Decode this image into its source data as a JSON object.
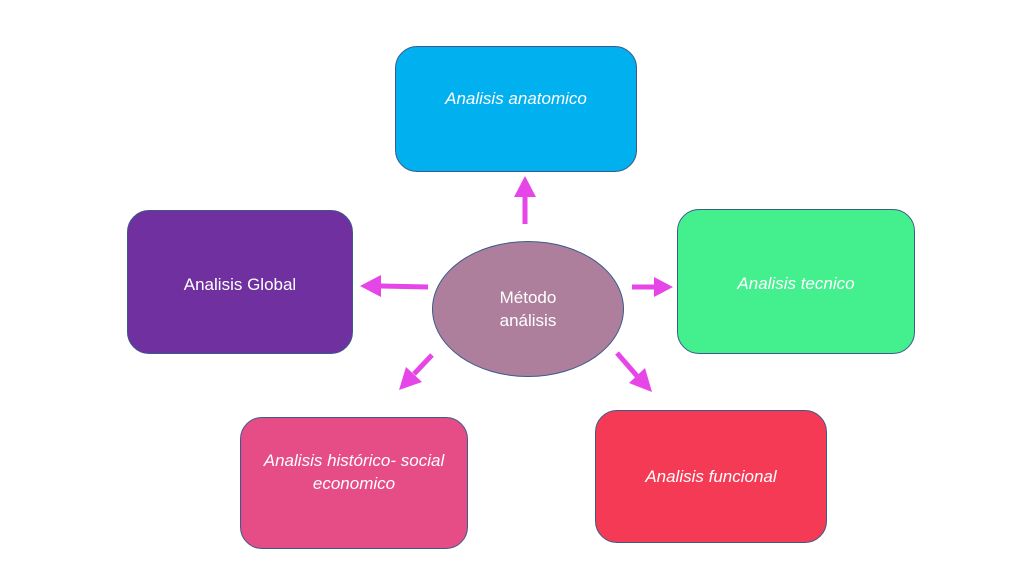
{
  "diagram": {
    "center": {
      "label": "Método análisis",
      "color": "#ae7f9c"
    },
    "nodes": [
      {
        "id": "anatomico",
        "label": "Analisis anatomico",
        "italic": true,
        "color": "#00b0ef"
      },
      {
        "id": "global",
        "label": "Analisis Global",
        "italic": false,
        "color": "#7030a0"
      },
      {
        "id": "tecnico",
        "label": "Analisis tecnico",
        "italic": true,
        "color": "#44f08e"
      },
      {
        "id": "historico",
        "label": "Analisis  histórico- social economico",
        "italic": true,
        "color": "#e64c86"
      },
      {
        "id": "funcional",
        "label": "Analisis funcional",
        "italic": true,
        "color": "#f53a55"
      }
    ],
    "edges": [
      {
        "from": "center",
        "to": "anatomico"
      },
      {
        "from": "center",
        "to": "global"
      },
      {
        "from": "center",
        "to": "tecnico"
      },
      {
        "from": "center",
        "to": "historico"
      },
      {
        "from": "center",
        "to": "funcional"
      }
    ],
    "arrow_color": "#e645e8",
    "border_color": "#3b5b8a"
  }
}
